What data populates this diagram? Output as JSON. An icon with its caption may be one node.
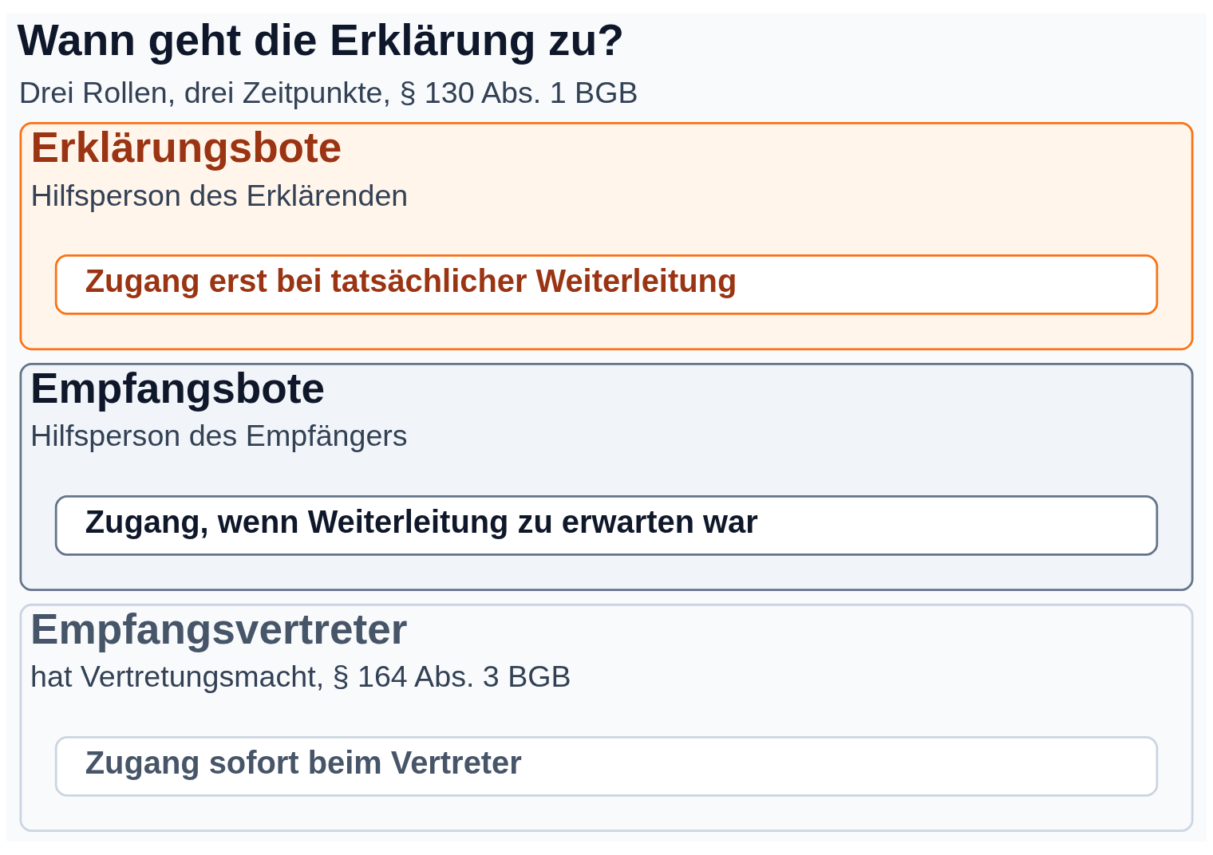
{
  "diagram": {
    "title": "Wann geht die Erklärung zu?",
    "nodes": [
      {
        "text": [
          "Erklärungsbote",
          "Hilfsperson des Erklärenden"
        ]
      },
      {
        "text": [
          "Zugang erst bei tatsächlicher Weiterleitung"
        ],
        "in": 0
      },
      {
        "text": [
          "Empfangsbote",
          "Hilfsperson des Empfängers"
        ]
      },
      {
        "text": [
          "Zugang, wenn Weiterleitung zu erwarten war"
        ],
        "in": 2
      },
      {
        "text": [
          "Empfangsvertreter",
          "hat Vertretungsmacht, § 164 Abs. 3 BGB"
        ]
      },
      {
        "text": [
          "Zugang sofort beim Vertreter"
        ],
        "in": 4
      }
    ],
    "labels": [
      "Drei Rollen, drei Zeitpunkte, § 130 Abs. 1 BGB"
    ]
  }
}
